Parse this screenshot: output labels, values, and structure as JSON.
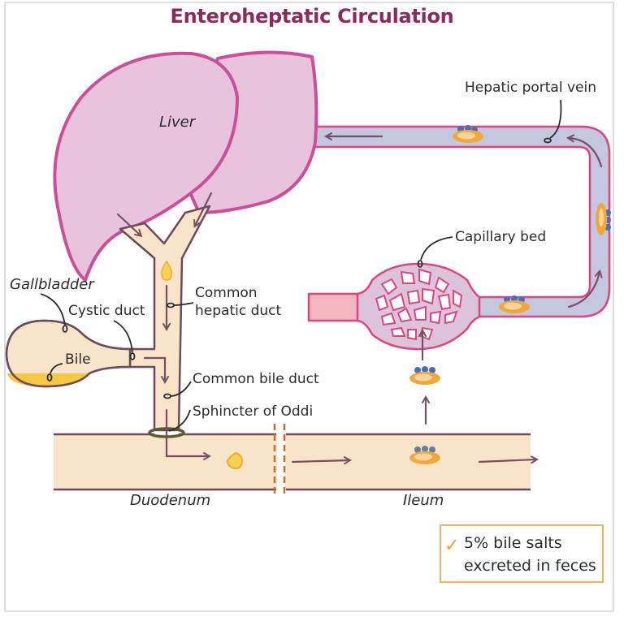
{
  "title": "Enteroheptatic Circulation",
  "labels": {
    "liver": "Liver",
    "gallbladder": "Gallbladder",
    "cystic_duct": "Cystic duct",
    "bile": "Bile",
    "common_hepatic_duct_1": "Common",
    "common_hepatic_duct_2": "hepatic duct",
    "common_bile_duct": "Common bile duct",
    "sphincter_of_oddi": "Sphincter of Oddi",
    "hepatic_portal_vein": "Hepatic portal vein",
    "capillary_bed": "Capillary bed",
    "duodenum": "Duodenum",
    "ileum": "Ileum"
  },
  "note": {
    "icon": "check-icon",
    "glyph": "✓",
    "line1": "5% bile salts",
    "line2": "excreted in feces"
  },
  "colors": {
    "title": "#8b2a5e",
    "liver_fill": "#e8c3dc",
    "liver_stroke": "#cc4d9a",
    "duct_fill": "#f8e4c8",
    "duct_stroke": "#6e4a5e",
    "bile": "#f4c842",
    "vein_fill": "#c3c7e0",
    "vessel_stroke": "#e0457a",
    "artery_fill": "#f1b5be",
    "capillary_fill": "#dcc3dc",
    "bile_salt_orange": "#f0a838",
    "bile_salt_blue": "#4a6cc0",
    "arrow": "#7a4e66",
    "sphincter": "#5a5a30",
    "divider": "#c0742a",
    "note_border": "#f2b35a"
  }
}
